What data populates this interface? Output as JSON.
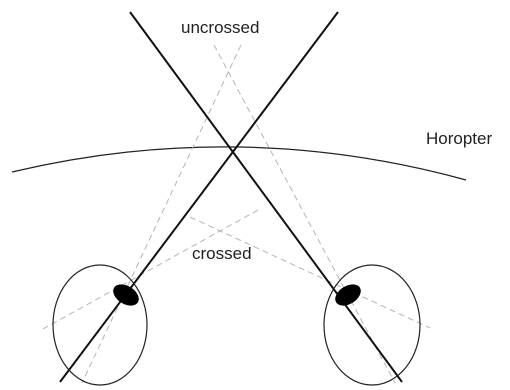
{
  "labels": {
    "uncrossed": "uncrossed",
    "horopter": "Horopter",
    "crossed": "crossed"
  },
  "colors": {
    "line": "#111111",
    "dashed": "#b5b5b5",
    "eye_outline": "#222222",
    "lens": "#000000",
    "text": "#222222"
  }
}
